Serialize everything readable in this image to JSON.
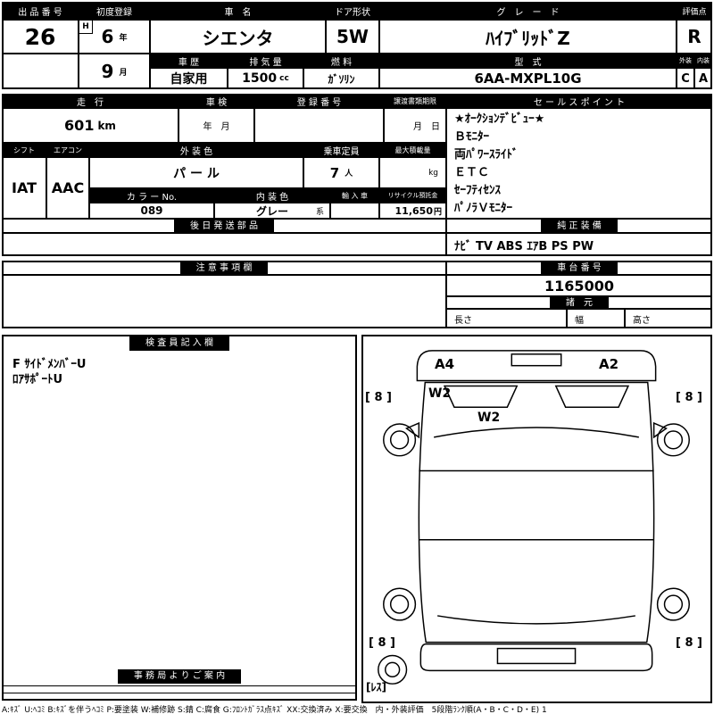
{
  "top": {
    "lot": {
      "label": "出 品 番 号",
      "value": "26"
    },
    "first_reg": {
      "label": "初度登録",
      "era": "H",
      "year": "6",
      "year_unit": "年",
      "month": "9",
      "month_unit": "月"
    },
    "name": {
      "label": "車　名",
      "value": "シエンタ"
    },
    "door": {
      "label": "ドア形状",
      "value": "5W"
    },
    "grade": {
      "label": "グ　レ　ー　ド",
      "value": "ﾊｲﾌﾞﾘｯﾄﾞZ"
    },
    "score": {
      "label": "評価点",
      "value": "R"
    },
    "exterior": {
      "label": "外装",
      "value": "C"
    },
    "interior": {
      "label": "内装",
      "value": "A"
    },
    "history": {
      "label": "車 歴",
      "value": "自家用"
    },
    "displacement": {
      "label": "排 気 量",
      "value": "1500",
      "unit": "cc"
    },
    "fuel": {
      "label": "燃 料",
      "value": "ｶﾞｿﾘﾝ"
    },
    "model": {
      "label": "型　式",
      "value": "6AA-MXPL10G"
    }
  },
  "info": {
    "mileage": {
      "label": "走　行",
      "value": "601",
      "unit": "km"
    },
    "inspection": {
      "label": "車 検",
      "placeholder": "年　月"
    },
    "registration": {
      "label": "登 録 番 号"
    },
    "transfer": {
      "label": "譲渡書類期限",
      "placeholder": "月　日"
    },
    "sales_points": {
      "label": "セ ー ル ス ポ イ ン ト",
      "items": [
        "★ｵｰｸｼｮﾝﾃﾞﾋﾞｭｰ★",
        "Ｂﾓﾆﾀｰ",
        "両ﾊﾟﾜｰｽﾗｲﾄﾞ",
        "ＥＴＣ",
        "ｾｰﾌﾃｨｾﾝｽ",
        "ﾊﾟﾉﾗＶﾓﾆﾀｰ"
      ]
    },
    "shift": {
      "label": "シフト",
      "value": "IAT"
    },
    "aircon": {
      "label": "エアコン",
      "value": "AAC"
    },
    "body_color": {
      "label": "外 装 色",
      "value": "パ ー ル"
    },
    "capacity": {
      "label": "乗車定員",
      "value": "7",
      "unit": "人"
    },
    "max_load": {
      "label": "最大積載量",
      "unit": "kg"
    },
    "color_no": {
      "label": "カ ラ ー No.",
      "value": "089"
    },
    "interior_color": {
      "label": "内 装 色",
      "value": "グレー",
      "suffix": "系"
    },
    "imported": {
      "label": "輸 入 車"
    },
    "recycle": {
      "label": "リサイクル預託金",
      "value": "11,650",
      "unit": "円"
    },
    "later_parts": {
      "label": "後 日 発 送 部 品"
    },
    "equipment": {
      "label": "純 正 装 備",
      "value": "ﾅﾋﾞ TV ABS ｴｱB PS PW"
    },
    "caution": {
      "label": "注 意 事 項 欄"
    },
    "chassis": {
      "label": "車 台 番 号",
      "value": "1165000"
    },
    "specs": {
      "label": "諸　元",
      "length": "長さ",
      "width": "幅",
      "height": "高さ"
    }
  },
  "inspector": {
    "label": "検 査 員 記 入 欄",
    "line1": "F ｻｲﾄﾞﾒﾝﾊﾞｰU",
    "line2": "ﾛｱｻﾎﾟｰﾄU",
    "office_label": "事 務 局 よ り ご 案 内"
  },
  "diagram": {
    "a4": "A4",
    "a2": "A2",
    "w2_fender": "W2",
    "w2_hood": "W2",
    "tire_fl": "[ 8 ]",
    "tire_fr": "[ 8 ]",
    "tire_rl": "[ 8 ]",
    "tire_rr": "[ 8 ]",
    "spare": "[ﾚｽ]"
  },
  "legend": "A:ｷｽﾞ U:ﾍｺﾐ B:ｷｽﾞを伴うﾍｺﾐ P:要塗装 W:補修跡 S:錆 C:腐食 G:ﾌﾛﾝﾄｶﾞﾗｽ点ｷｽﾞ XX:交換済み X:要交換　内・外装評価　5段階ﾗﾝｸ順(A・B・C・D・E) 1"
}
